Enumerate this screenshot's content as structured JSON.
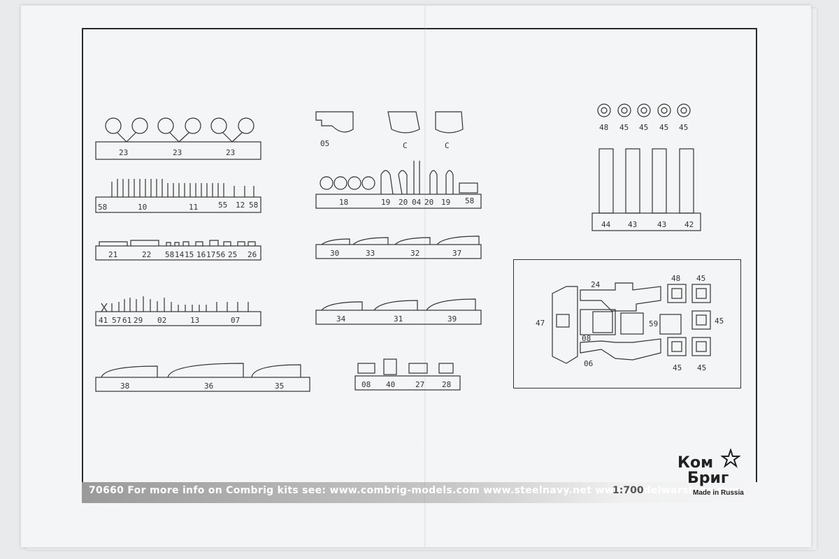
{
  "footer": {
    "text": "70660 For more info on Combrig kits see: www.combrig-models.com www.steelnavy.net www.modelwarships.com",
    "scale": "1:700"
  },
  "logo": {
    "line1": "Ком",
    "line2": "Бриг",
    "tagline": "Made in Russia"
  },
  "labels": {
    "r1": [
      "23",
      "23",
      "23"
    ],
    "r1c": [
      "05",
      "C",
      "C"
    ],
    "r1r": [
      "48",
      "45",
      "45",
      "45",
      "45"
    ],
    "r2l": [
      "58",
      "10",
      "11",
      "55",
      "12",
      "58"
    ],
    "r2m": [
      "18",
      "19",
      "20",
      "04",
      "20",
      "19",
      "58"
    ],
    "r2r": [
      "44",
      "43",
      "43",
      "42"
    ],
    "r3l": [
      "21",
      "22",
      "58",
      "14",
      "15",
      "16",
      "17",
      "56",
      "25",
      "26"
    ],
    "r3m": [
      "30",
      "33",
      "32",
      "37"
    ],
    "r4l": [
      "41",
      "57",
      "61",
      "29",
      "02",
      "13",
      "07"
    ],
    "r4m": [
      "34",
      "31",
      "39"
    ],
    "r5l": [
      "38",
      "36",
      "35"
    ],
    "r5m": [
      "08",
      "40",
      "27",
      "28"
    ],
    "inset": [
      "24",
      "47",
      "08",
      "06",
      "59",
      "48",
      "45",
      "45",
      "45",
      "45"
    ]
  }
}
